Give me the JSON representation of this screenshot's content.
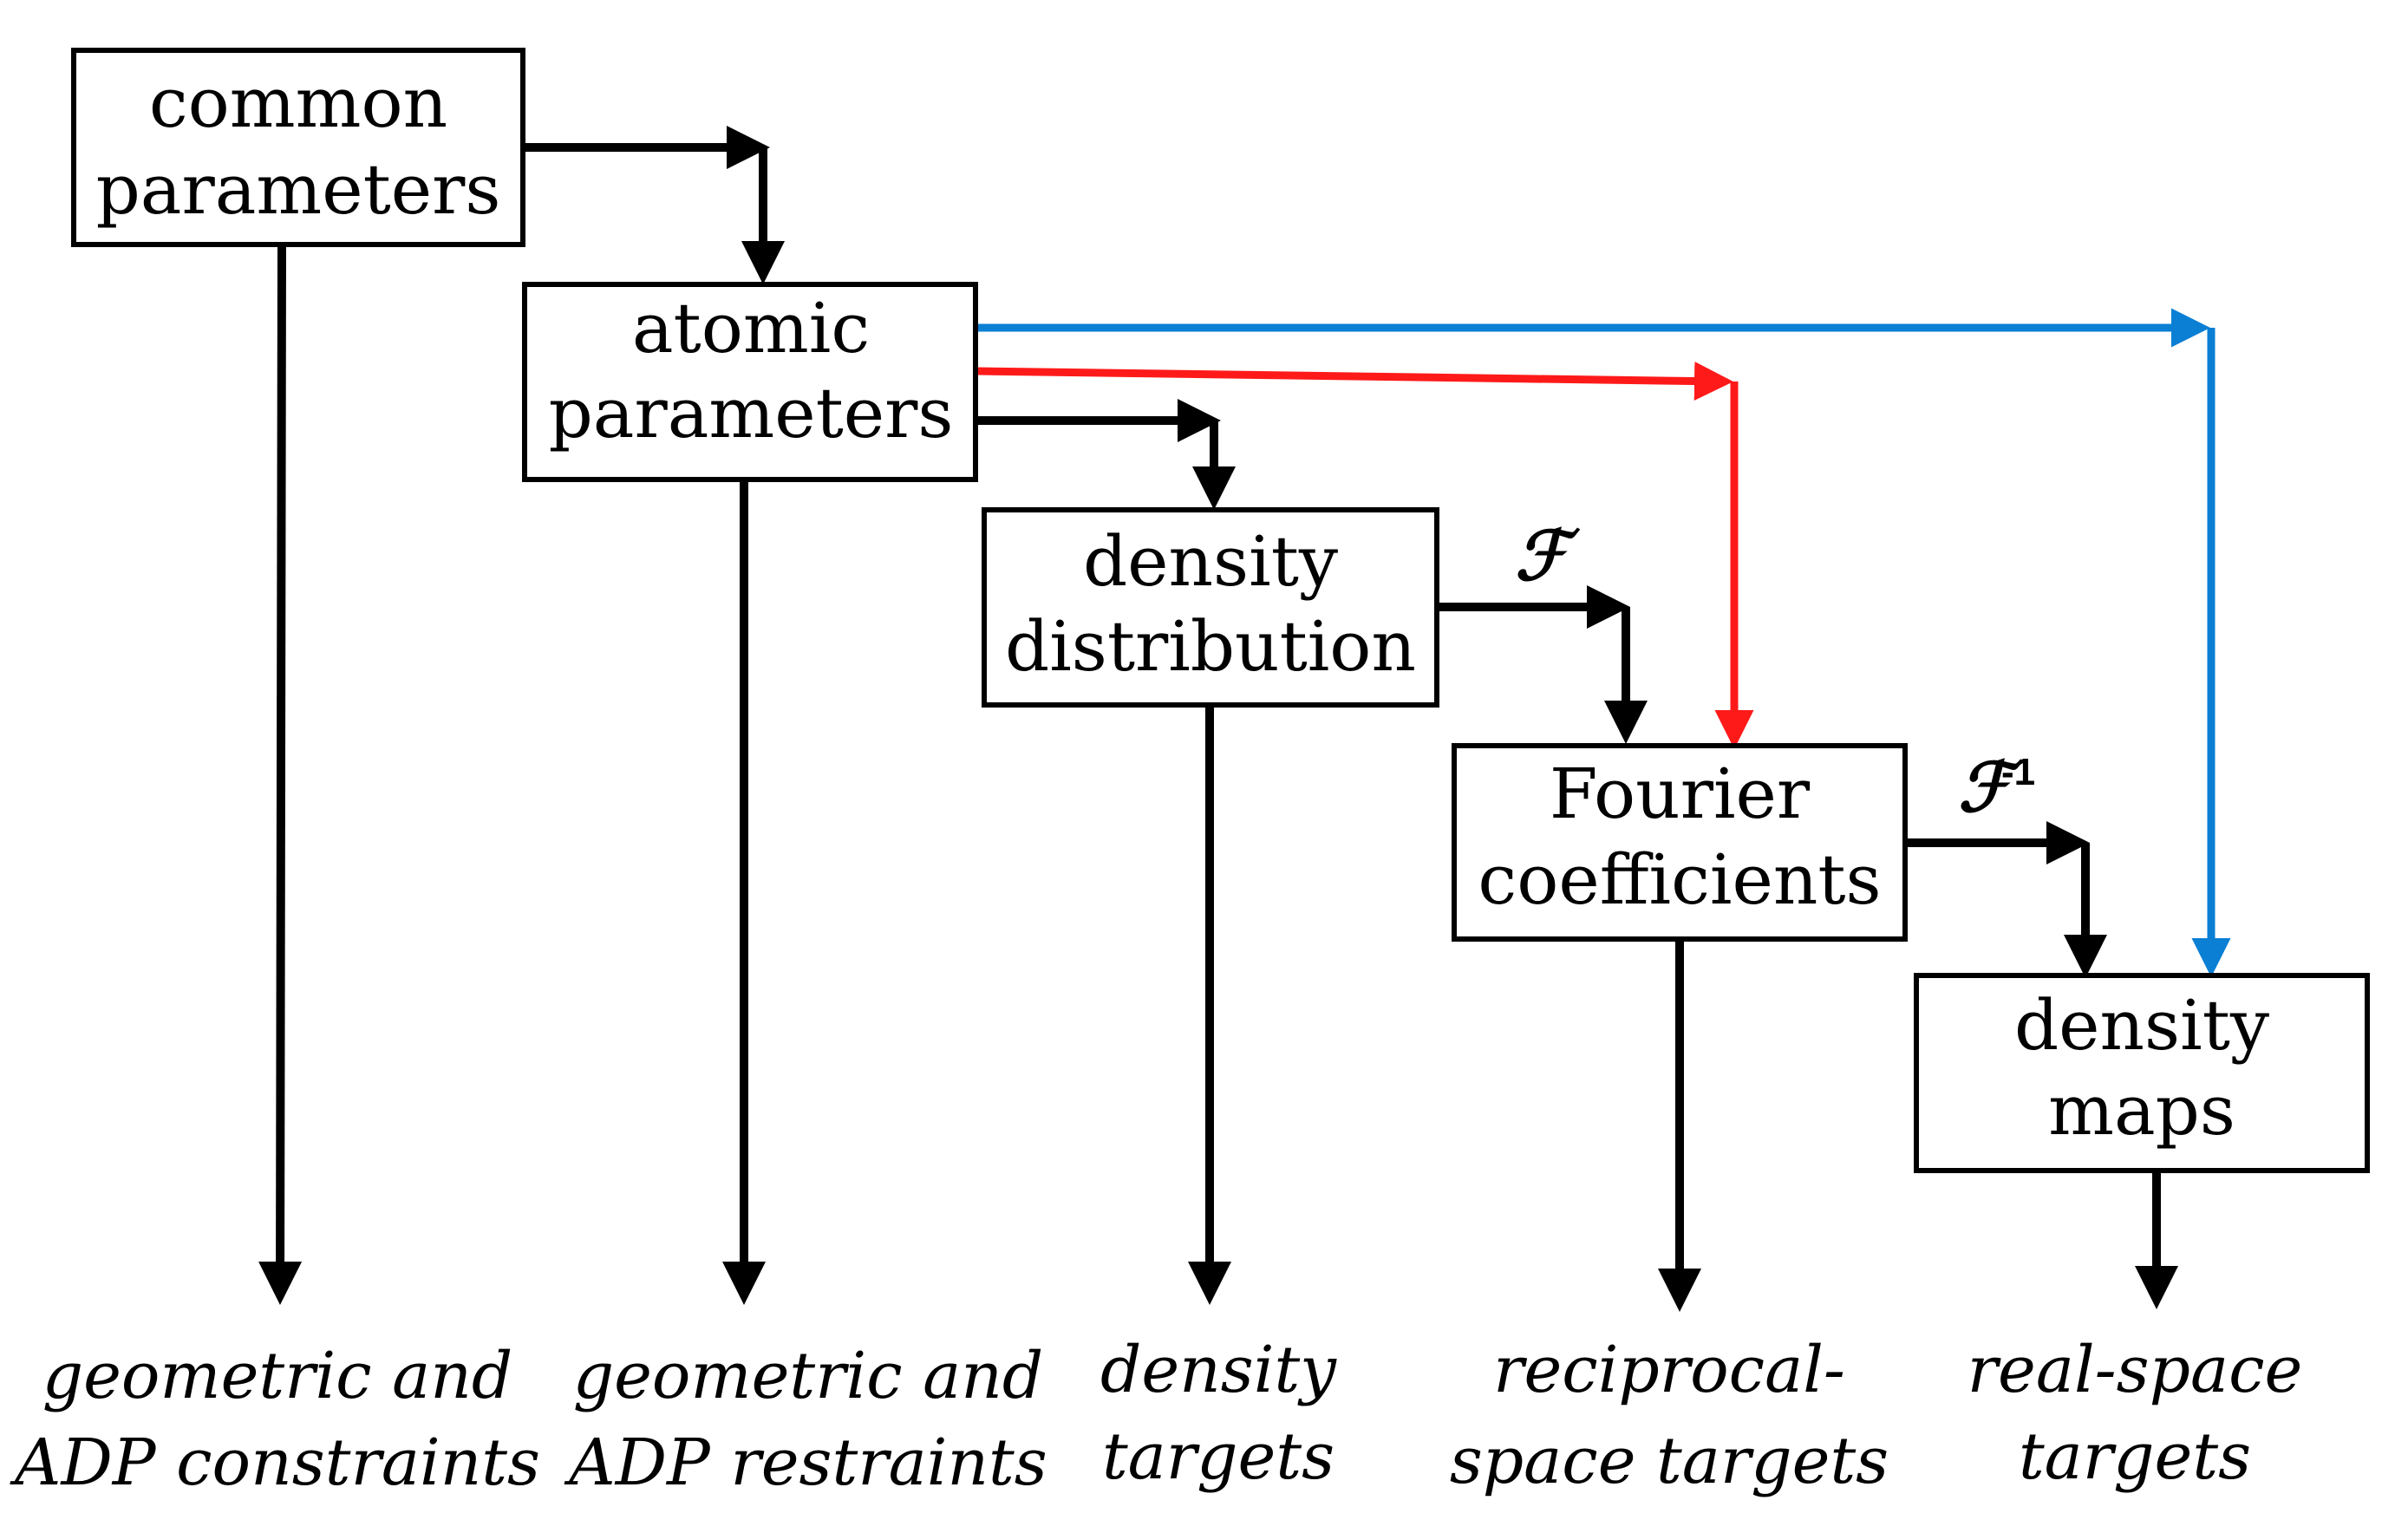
{
  "colors": {
    "black": "#000000",
    "red": "#ff1a1a",
    "blue": "#0a7fd4"
  },
  "boxes": {
    "common": [
      "common",
      "parameters"
    ],
    "atomic": [
      "atomic",
      "parameters"
    ],
    "density_distribution": [
      "density",
      "distribution"
    ],
    "fourier": [
      "Fourier",
      "coefficients"
    ],
    "density_maps": [
      "density",
      "maps"
    ]
  },
  "operators": {
    "forward": "ℱ",
    "inverse": "ℱ",
    "inverse_sup": "-1"
  },
  "targets": {
    "constraints": [
      "geometric and",
      "ADP constraints"
    ],
    "restraints": [
      "geometric and",
      "ADP restraints"
    ],
    "density": [
      "density",
      "targets"
    ],
    "reciprocal": [
      "reciprocal-",
      "space targets"
    ],
    "real_space": [
      "real-space",
      "targets"
    ]
  }
}
